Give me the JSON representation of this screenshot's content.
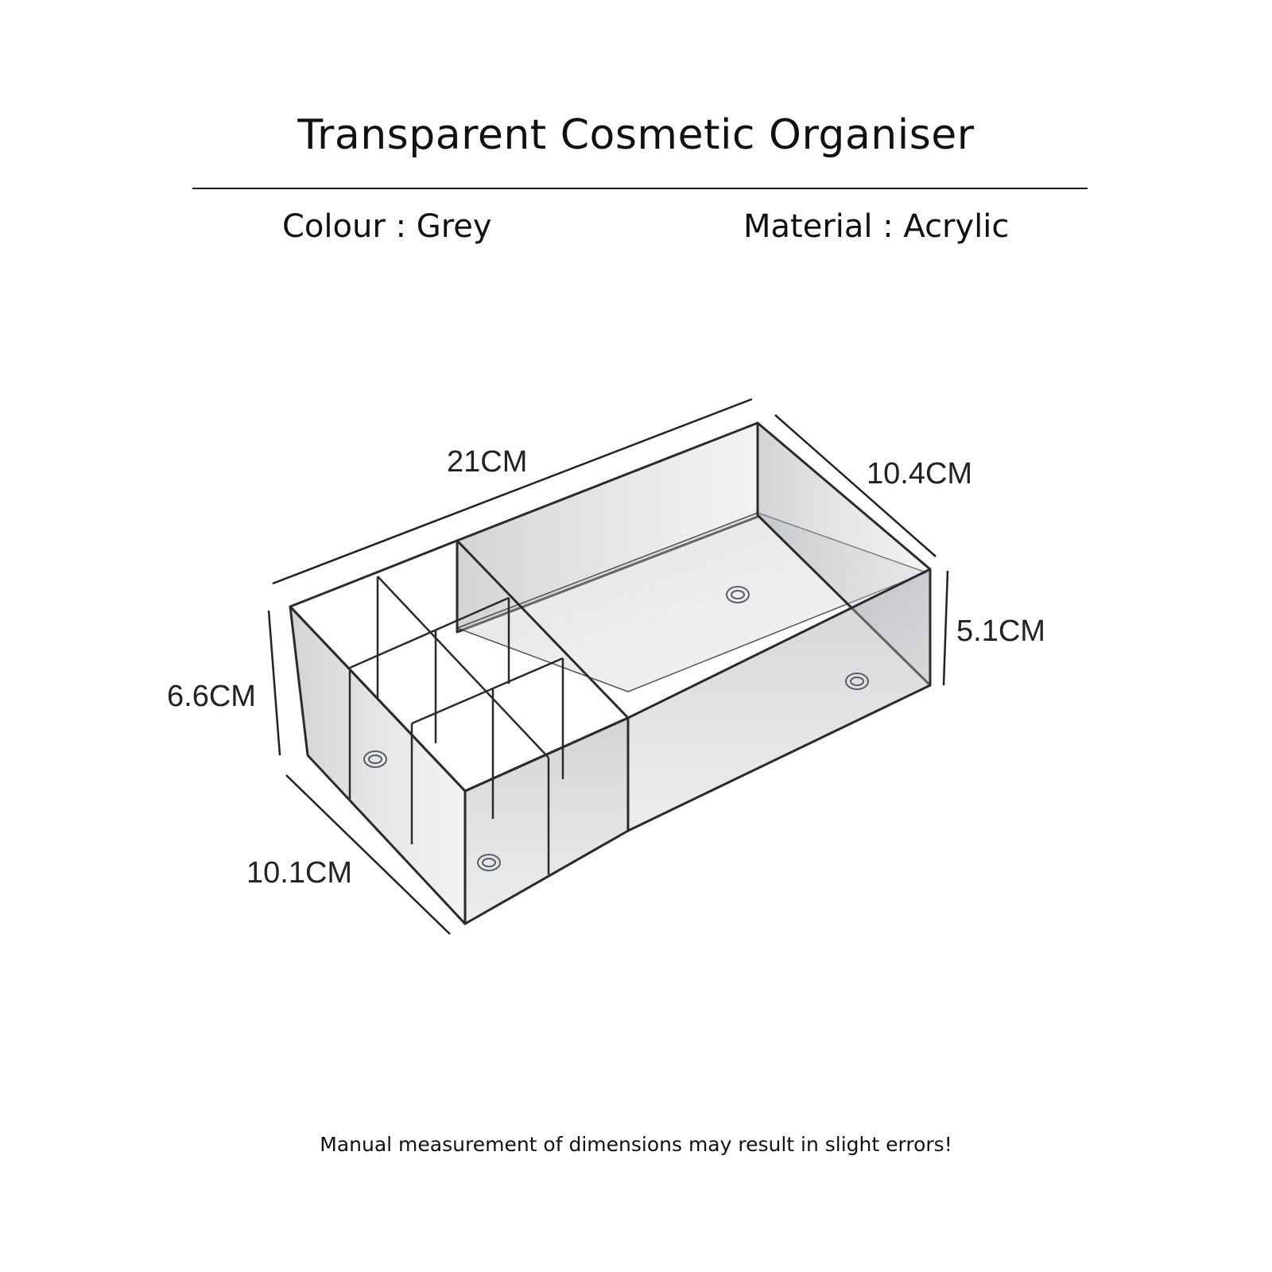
{
  "header": {
    "title": "Transparent Cosmetic Organiser"
  },
  "specs": {
    "colour_label": "Colour",
    "colour_value": "Grey",
    "material_label": "Material",
    "material_value": "Acrylic"
  },
  "dimensions": {
    "length": "21CM",
    "depth_back": "10.4CM",
    "height_low": "5.1CM",
    "height_high": "6.6CM",
    "depth_front": "10.1CM"
  },
  "product": {
    "icon": "acrylic-organiser-illustration",
    "body_color": "#9a9ea3",
    "edge_color": "#2b2b2b"
  },
  "footer": {
    "note": "Manual measurement of dimensions may result in slight errors!"
  }
}
